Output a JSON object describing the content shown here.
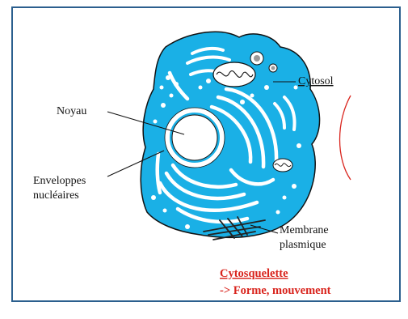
{
  "colors": {
    "cell_fill": "#1ab0e6",
    "organelle": "#ffffff",
    "frame_border": "#2b5f8e",
    "highlight_red": "#d9241d",
    "cytoskeleton": "#222222"
  },
  "labels": {
    "cytosol": "Cytosol",
    "noyau": "Noyau",
    "enveloppes_1": "Enveloppes",
    "enveloppes_2": "nucléaires",
    "membrane_1": "Membrane",
    "membrane_2": "plasmique",
    "cytosquelette": "Cytosquelette",
    "fonction": "-> Forme, mouvement"
  }
}
